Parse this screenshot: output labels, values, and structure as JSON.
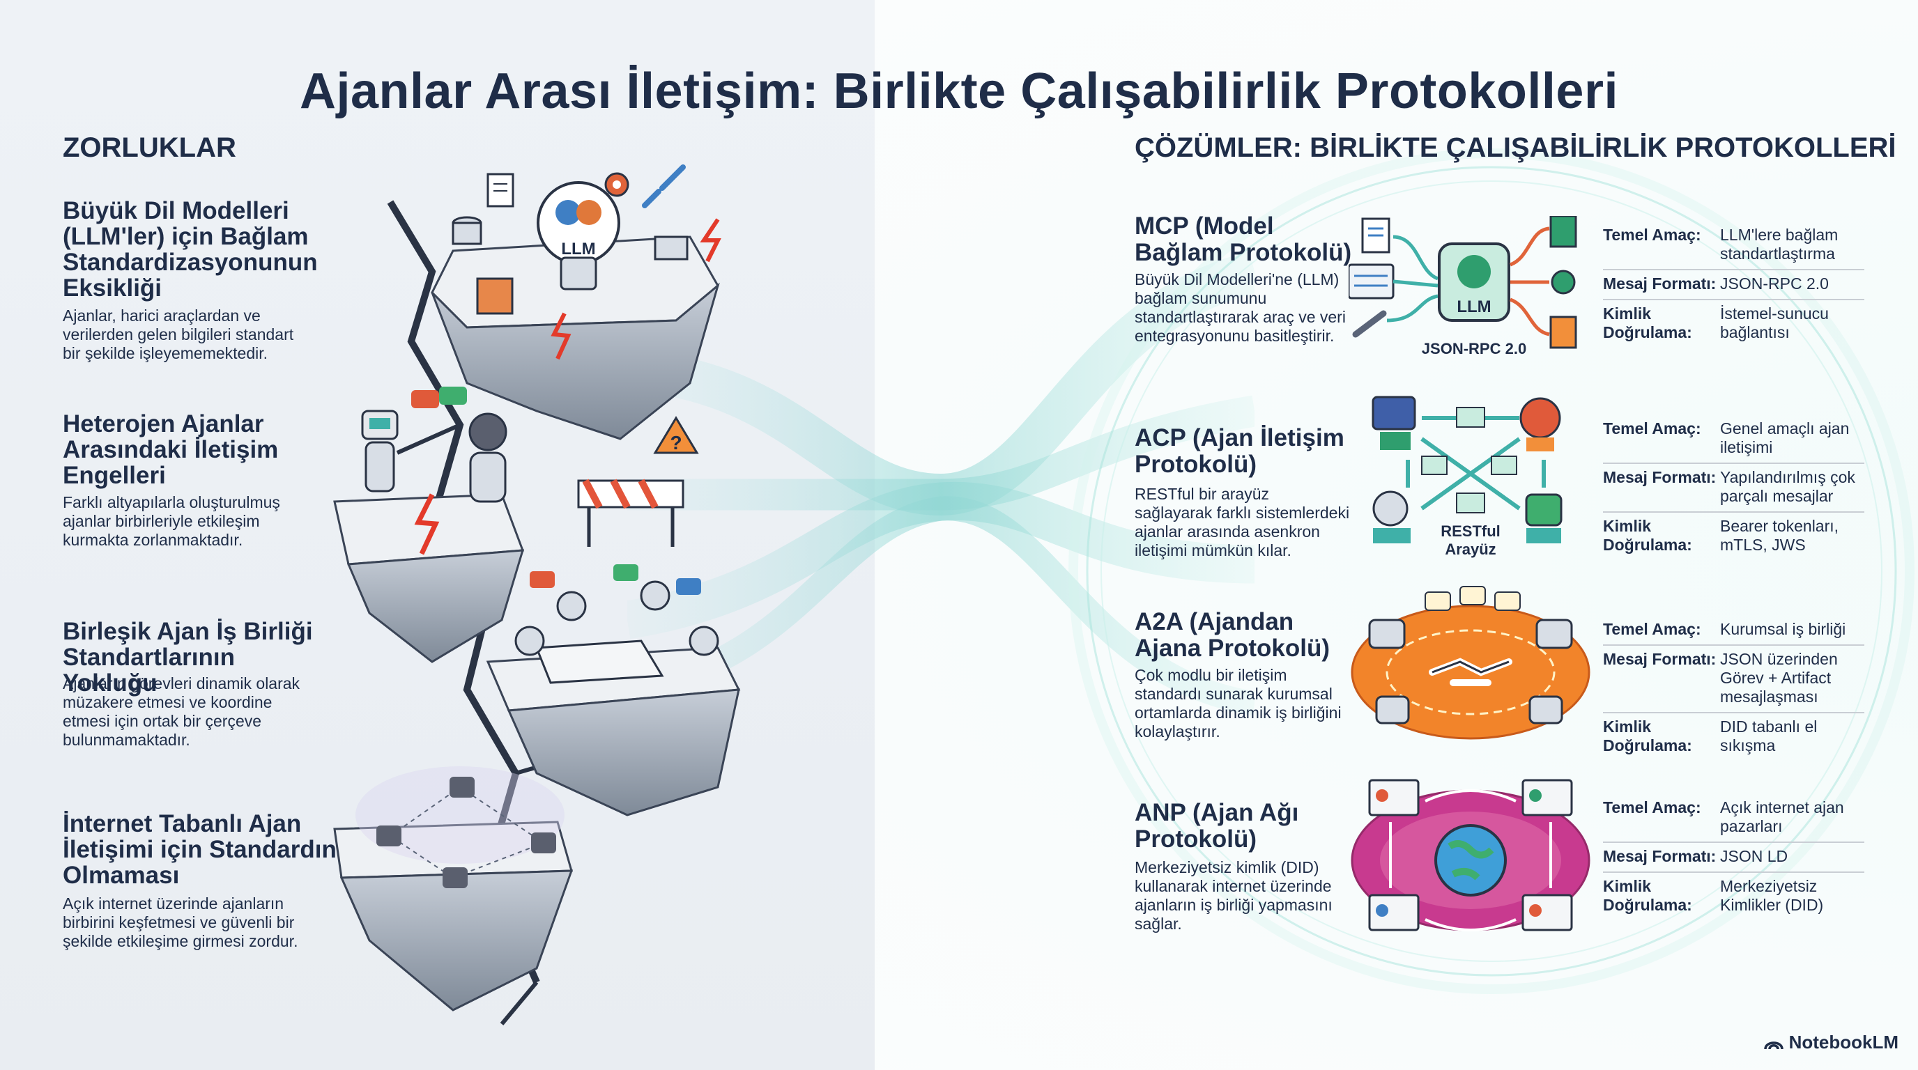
{
  "title": "Ajanlar Arası İletişim: Birlikte Çalışabilirlik Protokolleri",
  "left_heading": "ZORLUKLAR",
  "right_heading": "ÇÖZÜMLER: BİRLİKTE ÇALIŞABİLİRLİK PROTOKOLLERİ",
  "challenges": [
    {
      "title": "Büyük Dil Modelleri (LLM'ler) için Bağlam Standardizasyonunun Eksikliği",
      "desc": "Ajanlar, harici araçlardan ve verilerden gelen bilgileri standart bir şekilde işleyememektedir."
    },
    {
      "title": "Heterojen Ajanlar Arasındaki İletişim Engelleri",
      "desc": "Farklı altyapılarla oluşturulmuş ajanlar birbirleriyle etkileşim kurmakta zorlanmaktadır."
    },
    {
      "title": "Birleşik Ajan İş Birliği Standartlarının Yokluğu",
      "desc": "Ajanların görevleri dinamik olarak müzakere etmesi ve koordine etmesi için ortak bir çerçeve bulunmamaktadır."
    },
    {
      "title": "İnternet Tabanlı Ajan İletişimi için Standardın Olmaması",
      "desc": "Açık internet üzerinde ajanların birbirini keşfetmesi ve güvenli bir şekilde etkileşime girmesi zordur."
    }
  ],
  "field_labels": {
    "purpose": "Temel Amaç:",
    "format": "Mesaj Formatı:",
    "auth": "Kimlik Doğrulama:"
  },
  "protocols": [
    {
      "title": "MCP (Model Bağlam Protokolü)",
      "desc": "Büyük Dil Modelleri'ne (LLM) bağlam sunumunu standartlaştırarak araç ve veri entegrasyonunu basitleştirir.",
      "purpose": "LLM'lere bağlam standartlaştırma",
      "format": "JSON-RPC 2.0",
      "auth": "İstemel-sunucu bağlantısı",
      "illus_label": "JSON-RPC 2.0",
      "illus_center": "LLM"
    },
    {
      "title": "ACP (Ajan İletişim Protokolü)",
      "desc": "RESTful bir arayüz sağlayarak farklı sistemlerdeki ajanlar arasında asenkron iletişimi mümkün kılar.",
      "purpose": "Genel amaçlı ajan iletişimi",
      "format": "Yapılandırılmış çok parçalı mesajlar",
      "auth": "Bearer tokenları, mTLS, JWS",
      "illus_label_1": "RESTful",
      "illus_label_2": "Arayüz"
    },
    {
      "title": "A2A (Ajandan Ajana Protokolü)",
      "desc": "Çok modlu bir iletişim standardı sunarak kurumsal ortamlarda dinamik iş birliğini kolaylaştırır.",
      "purpose": "Kurumsal iş birliği",
      "format": "JSON üzerinden Görev + Artifact mesajlaşması",
      "auth": "DID tabanlı el sıkışma"
    },
    {
      "title": "ANP (Ajan Ağı Protokolü)",
      "desc": "Merkeziyetsiz kimlik (DID) kullanarak internet üzerinde ajanların iş birliği yapmasını sağlar.",
      "purpose": "Açık internet ajan pazarları",
      "format": "JSON LD",
      "auth": "Merkeziyetsiz Kimlikler (DID)"
    }
  ],
  "illus_llm_label": "LLM",
  "brand": "NotebookLM",
  "icons": [
    "llm-brain-icon",
    "gear-icon",
    "wrench-icon",
    "document-icon",
    "database-icon",
    "folder-icon",
    "robot-icon",
    "chat-bubble-icon",
    "warning-sign-icon",
    "road-barrier-icon",
    "handshake-icon",
    "globe-icon",
    "id-card-icon",
    "envelope-icon",
    "notebooklm-logo-icon"
  ],
  "colors": {
    "title": "#1f2d48",
    "mcp_green": "#2f9e6e",
    "a2a_orange": "#f2842a",
    "anp_magenta": "#c83a8f",
    "flow_teal": "#7fd6cf"
  }
}
